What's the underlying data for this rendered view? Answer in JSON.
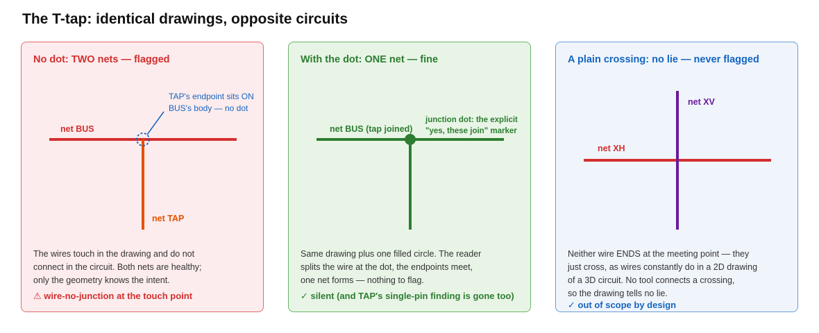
{
  "title": "The T-tap: identical drawings, opposite circuits",
  "colors": {
    "red": "#d32f2f",
    "orange": "#e65100",
    "blue": "#1565c0",
    "green": "#2e7d32",
    "purple": "#6a1b9a"
  },
  "panels": {
    "no_dot": {
      "title": "No dot: TWO nets — flagged",
      "bus_label": "net BUS",
      "tap_label": "net TAP",
      "callout": [
        "TAP's endpoint sits ON",
        "BUS's body — no dot"
      ],
      "description": [
        "The wires touch in the drawing and do not",
        "connect in the circuit. Both nets are healthy;",
        "only the geometry knows the intent."
      ],
      "verdict": "⚠ wire-no-junction at the touch point"
    },
    "with_dot": {
      "title": "With the dot: ONE net — fine",
      "bus_label": "net BUS (tap joined)",
      "callout": [
        "junction dot: the explicit",
        "\"yes, these join\" marker"
      ],
      "description": [
        "Same drawing plus one filled circle. The reader",
        "splits the wire at the dot, the endpoints meet,",
        "one net forms — nothing to flag."
      ],
      "verdict": "✓ silent (and TAP's single-pin finding is gone too)"
    },
    "crossing": {
      "title": "A plain crossing: no lie — never flagged",
      "xv_label": "net XV",
      "xh_label": "net XH",
      "description": [
        "Neither wire ENDS at the meeting point — they",
        "just cross, as wires constantly do in a 2D drawing",
        "of a 3D circuit. No tool connects a crossing,",
        "so the drawing tells no lie."
      ],
      "verdict": "✓ out of scope by design"
    }
  }
}
